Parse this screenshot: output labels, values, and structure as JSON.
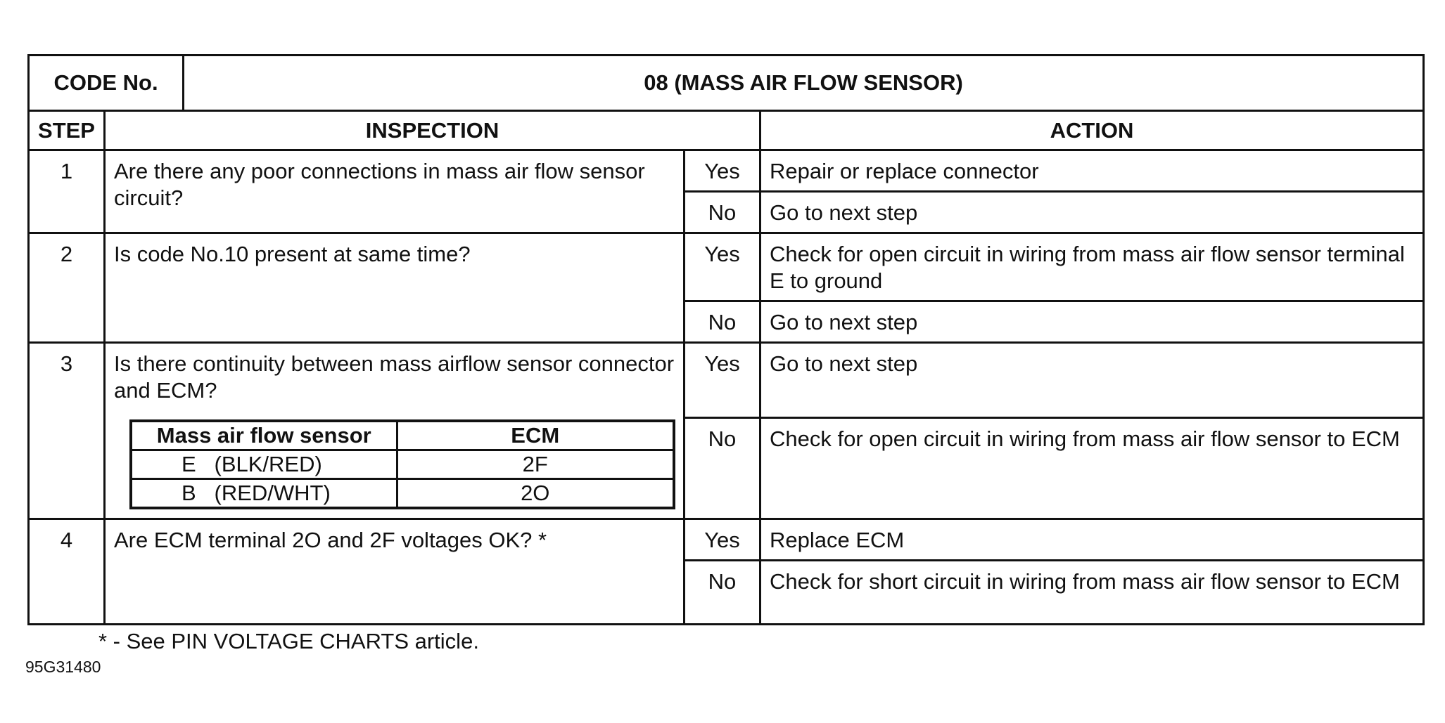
{
  "code_label": "CODE No.",
  "code_title": "08 (MASS AIR FLOW SENSOR)",
  "headers": {
    "step": "STEP",
    "inspection": "INSPECTION",
    "action": "ACTION"
  },
  "steps": [
    {
      "num": "1",
      "question": "Are there any poor connections in mass air flow sensor circuit?",
      "yes_label": "Yes",
      "yes_action": "Repair or replace connector",
      "no_label": "No",
      "no_action": "Go to next step"
    },
    {
      "num": "2",
      "question": "Is code No.10 present at same time?",
      "yes_label": "Yes",
      "yes_action": "Check for open circuit in wiring from mass air flow sensor terminal E to ground",
      "no_label": "No",
      "no_action": "Go to next step"
    },
    {
      "num": "3",
      "question": "Is there continuity between mass airflow sensor connector and ECM?",
      "yes_label": "Yes",
      "yes_action": "Go to next step",
      "no_label": "No",
      "no_action": "Check for open circuit in wiring from mass air flow sensor to ECM",
      "subtable": {
        "headers": [
          "Mass air flow sensor",
          "ECM"
        ],
        "rows": [
          {
            "sensor": "E   (BLK/RED)",
            "ecm": "2F"
          },
          {
            "sensor": "B   (RED/WHT)",
            "ecm": "2O"
          }
        ]
      }
    },
    {
      "num": "4",
      "question": "Are ECM terminal 2O and 2F voltages OK? *",
      "yes_label": "Yes",
      "yes_action": "Replace ECM",
      "no_label": "No",
      "no_action": "Check for short circuit in wiring from mass air flow sensor to ECM"
    }
  ],
  "footnote": "* - See PIN VOLTAGE CHARTS article.",
  "figure_id": "95G31480"
}
